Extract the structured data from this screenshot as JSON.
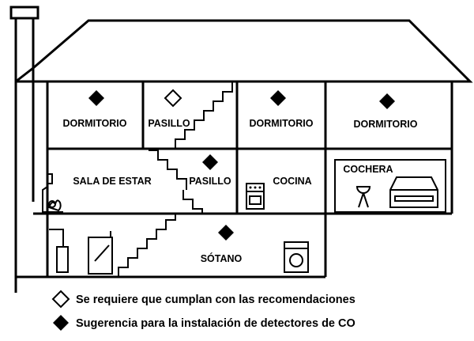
{
  "diagram": {
    "rooms": {
      "dormitorio_1": "DORMITORIO",
      "pasillo_upper": "PASILLO",
      "dormitorio_2": "DORMITORIO",
      "dormitorio_3": "DORMITORIO",
      "sala_de_estar": "SALA DE ESTAR",
      "pasillo_middle": "PASILLO",
      "cocina": "COCINA",
      "cochera": "COCHERA",
      "sotano": "SÓTANO"
    },
    "markers": {
      "required": "hollow-diamond-icon",
      "suggested": "filled-diamond-icon"
    }
  },
  "legend": {
    "required_label": "Se requiere que cumplan con las recomendaciones",
    "suggested_label": "Sugerencia para la instalación de detectores de CO"
  },
  "colors": {
    "line": "#000000",
    "background": "#ffffff"
  }
}
